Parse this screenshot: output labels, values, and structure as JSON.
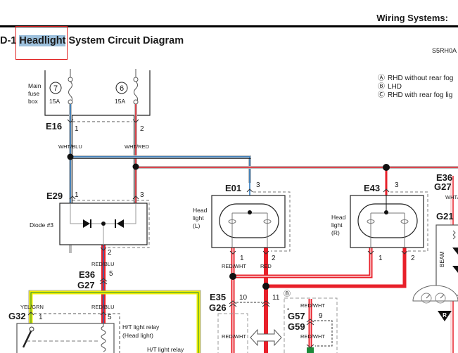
{
  "header": {
    "section_title": "Wiring Systems:",
    "document_title_prefix": "D-1 ",
    "document_title_highlight": "Headlight",
    "document_title_suffix": " System Circuit Diagram",
    "figure_code": "S5RH0A"
  },
  "legend": [
    {
      "mark": "Ⓐ",
      "text": "RHD without rear fog"
    },
    {
      "mark": "Ⓑ",
      "text": "LHD"
    },
    {
      "mark": "Ⓒ",
      "text": "RHD with rear fog lig"
    }
  ],
  "fuse_box": {
    "label_lines": [
      "Main",
      "fuse",
      "box"
    ],
    "fuses": [
      {
        "number": "7",
        "rating": "15A"
      },
      {
        "number": "6",
        "rating": "15A"
      }
    ]
  },
  "connectors": {
    "E16": {
      "name": "E16",
      "pins": [
        "1",
        "2"
      ]
    },
    "E29": {
      "name": "E29",
      "pins": [
        "1",
        "3",
        "2"
      ]
    },
    "E01": {
      "name": "E01",
      "pins": [
        "3",
        "1",
        "2"
      ]
    },
    "E43": {
      "name": "E43",
      "pins": [
        "3",
        "1",
        "2"
      ]
    },
    "E36_G27_left": {
      "name_top": "E36",
      "name_bottom": "G27",
      "pin": "5"
    },
    "E36_G27_right": {
      "name_top": "E36",
      "name_bottom": "G27"
    },
    "G21": {
      "name": "G21"
    },
    "G32": {
      "name": "G32",
      "pins": [
        "1",
        "5"
      ]
    },
    "E35_G26": {
      "name_top": "E35",
      "name_bottom": "G26",
      "pins": [
        "10",
        "11"
      ]
    },
    "G57_G59": {
      "name_top": "G57",
      "name_bottom": "G59",
      "pin": "9",
      "note_mark": "Ⓑ",
      "asterisk": "*"
    }
  },
  "wire_colors": {
    "wht_blu": "WHT/BLU",
    "wht_red": "WHT/RED",
    "red_blu": "RED/BLU",
    "red_wht": "RED/WHT",
    "red": "RED",
    "yel_grn": "YEL/GRN",
    "wht_trunc": "WHT/"
  },
  "components": {
    "diode": "Diode #3",
    "headlight_left": [
      "Head",
      "light",
      "(L)"
    ],
    "headlight_right": [
      "Head",
      "light",
      "(R)"
    ],
    "relay_head": [
      "H/T light relay",
      "(Head light)"
    ],
    "relay_tail": "H/T light relay",
    "beam": "BEAM",
    "badge_r": "R"
  },
  "colors": {
    "wire_red": "#e8202a",
    "wire_blue": "#1f6fb8",
    "wire_yellow": "#f2ef00",
    "wire_green": "#1d8a3a",
    "highlight": "#9dc0dc",
    "search_box": "#e02020"
  }
}
